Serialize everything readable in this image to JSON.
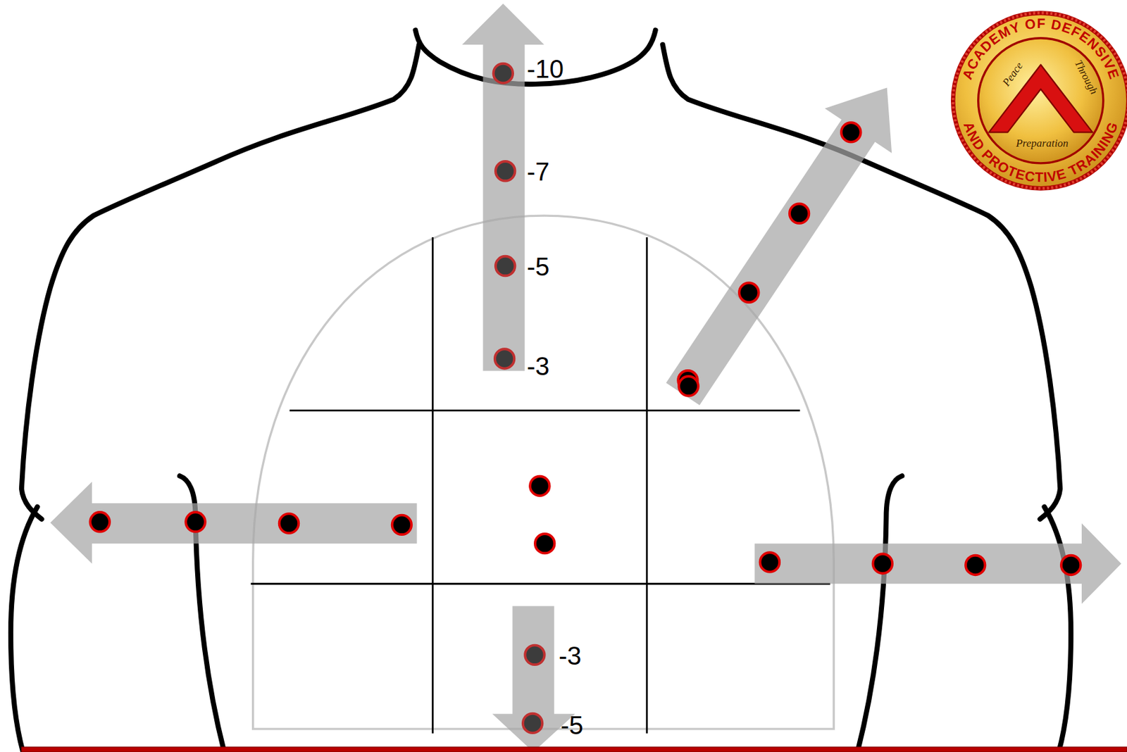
{
  "diagram": {
    "labels": [
      "ACADEMY OF DEFENSIVE",
      "Peace",
      "Through",
      "Preparation",
      "AND PROTECTIVE TRAINING",
      "-10",
      "-7",
      "-5",
      "-3",
      "-3",
      "-5"
    ]
  }
}
